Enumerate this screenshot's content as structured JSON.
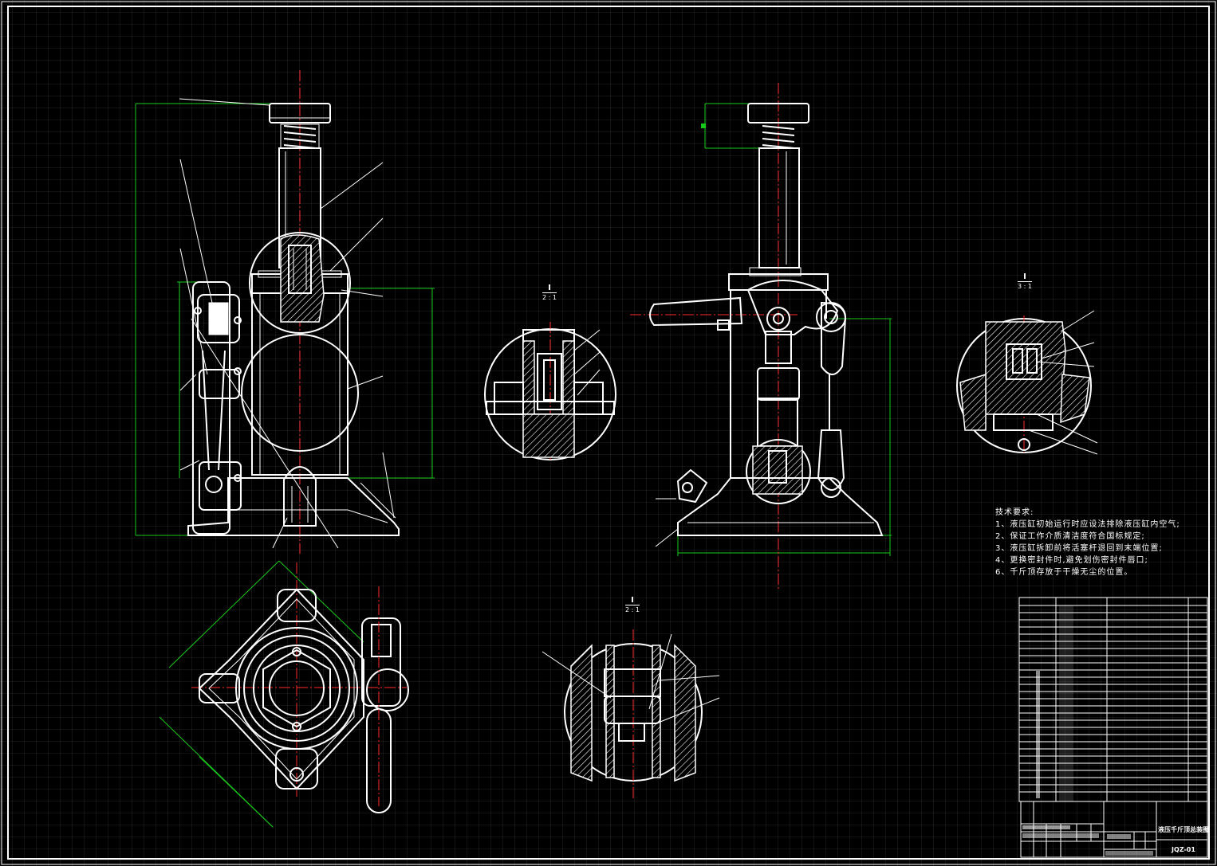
{
  "drawing": {
    "technical_requirements": {
      "title": "技术要求:",
      "items": [
        "1、液压缸初始运行时应设法排除液压缸内空气;",
        "2、保证工作介质清洁度符合国标规定;",
        "3、液压缸拆卸前将活塞杆退回到末端位置;",
        "4、更换密封件时,避免划伤密封件唇口;",
        "6、千斤顶存放于干燥无尘的位置。"
      ]
    },
    "section_views": [
      {
        "id": "section-2-a",
        "number": "I",
        "scale": "2 : 1"
      },
      {
        "id": "section-3",
        "number": "I",
        "scale": "3 : 1"
      },
      {
        "id": "section-2-b",
        "number": "I",
        "scale": "2 : 1"
      }
    ],
    "title_block": {
      "drawing_name": "液压千斤顶总装图",
      "drawing_code": "JQZ-01"
    },
    "colors": {
      "background": "#000000",
      "outline": "#ffffff",
      "dimension": "#19c919",
      "centerline": "#ff2a2a",
      "grid": "#ffffff"
    }
  }
}
